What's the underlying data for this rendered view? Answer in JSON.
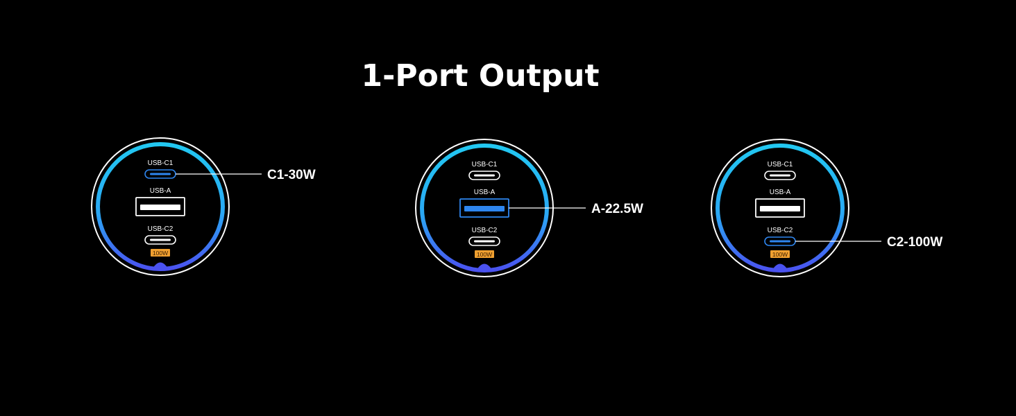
{
  "title": "1-Port Output",
  "colors": {
    "background": "#000000",
    "ring_top": "#22c8f2",
    "ring_bottom": "#4a52f0",
    "active_port": "#2e86f0",
    "badge": "#f0a030",
    "text": "#ffffff"
  },
  "port_labels": {
    "c1": "USB-C1",
    "a": "USB-A",
    "c2": "USB-C2",
    "badge": "100W"
  },
  "chargers": [
    {
      "active_port": "c1",
      "callout": "C1-30W"
    },
    {
      "active_port": "a",
      "callout": "A-22.5W"
    },
    {
      "active_port": "c2",
      "callout": "C2-100W"
    }
  ]
}
